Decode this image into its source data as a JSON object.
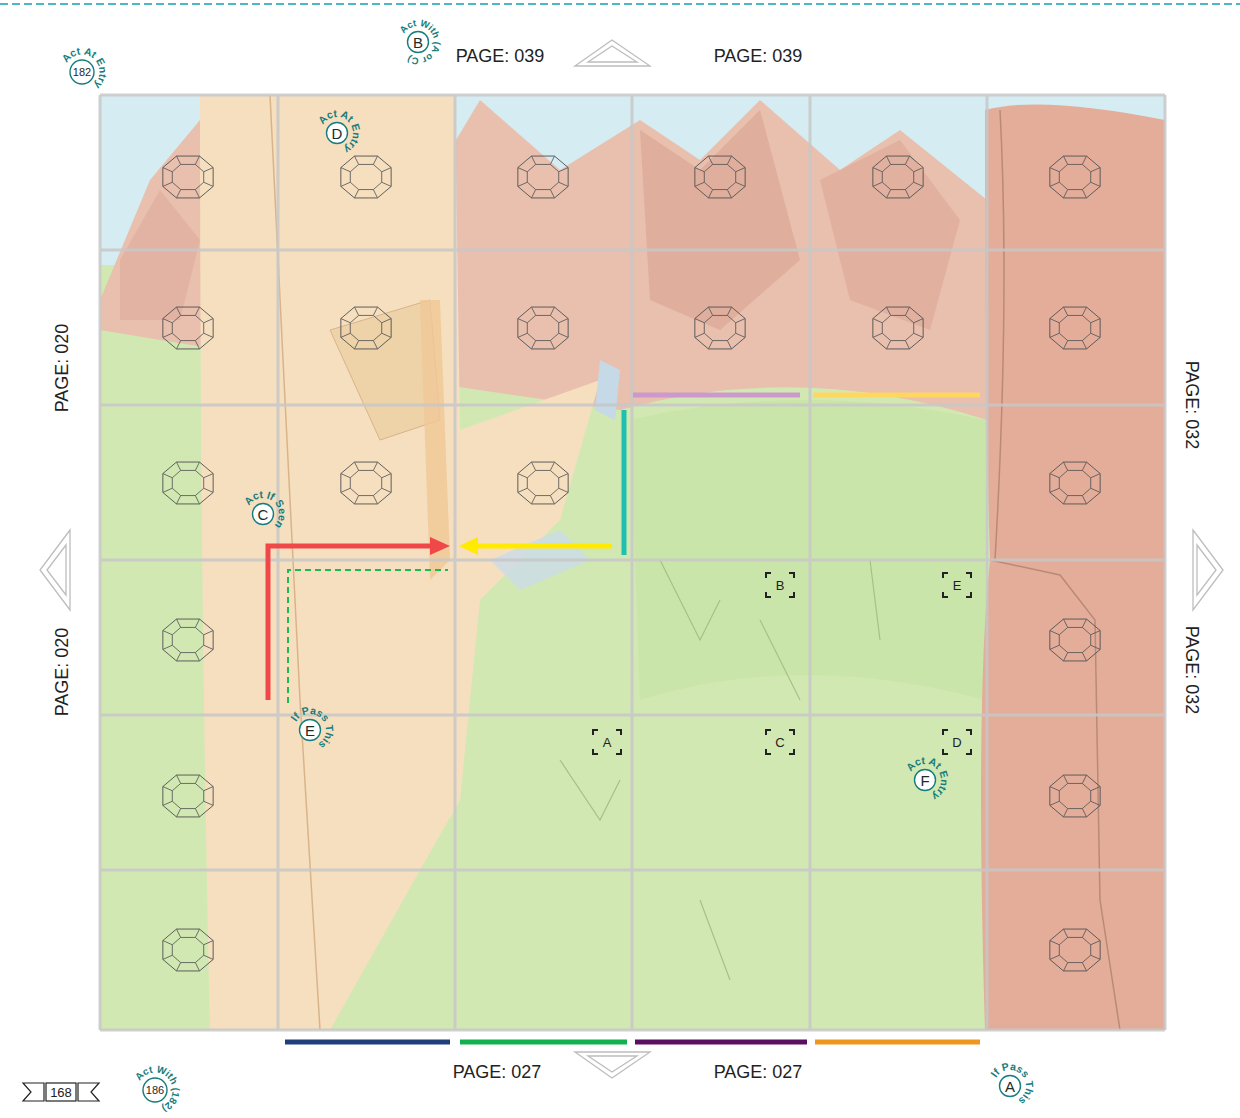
{
  "diagram": {
    "nodes": [
      {
        "text": [
          "B",
          "Act With (A or C)"
        ]
      },
      {
        "text": [
          "182",
          "Act At Entry"
        ]
      },
      {
        "text": [
          "D",
          "Act At Entry"
        ]
      },
      {
        "text": [
          "C",
          "Act If Seen"
        ]
      },
      {
        "text": [
          "B"
        ]
      },
      {
        "text": [
          "E"
        ]
      },
      {
        "text": [
          "E",
          "If Pass This"
        ]
      },
      {
        "text": [
          "A"
        ]
      },
      {
        "text": [
          "C"
        ]
      },
      {
        "text": [
          "D"
        ]
      },
      {
        "text": [
          "F",
          "Act At Entry"
        ]
      },
      {
        "text": [
          "168"
        ]
      },
      {
        "text": [
          "186",
          "Act With (182)"
        ]
      },
      {
        "text": [
          "A",
          "If Pass This"
        ]
      }
    ],
    "labels": [
      "PAGE: 039",
      "PAGE: 039",
      "PAGE: 020",
      "PAGE: 020",
      "PAGE: 032",
      "PAGE: 032",
      "PAGE: 027",
      "PAGE: 027"
    ]
  }
}
